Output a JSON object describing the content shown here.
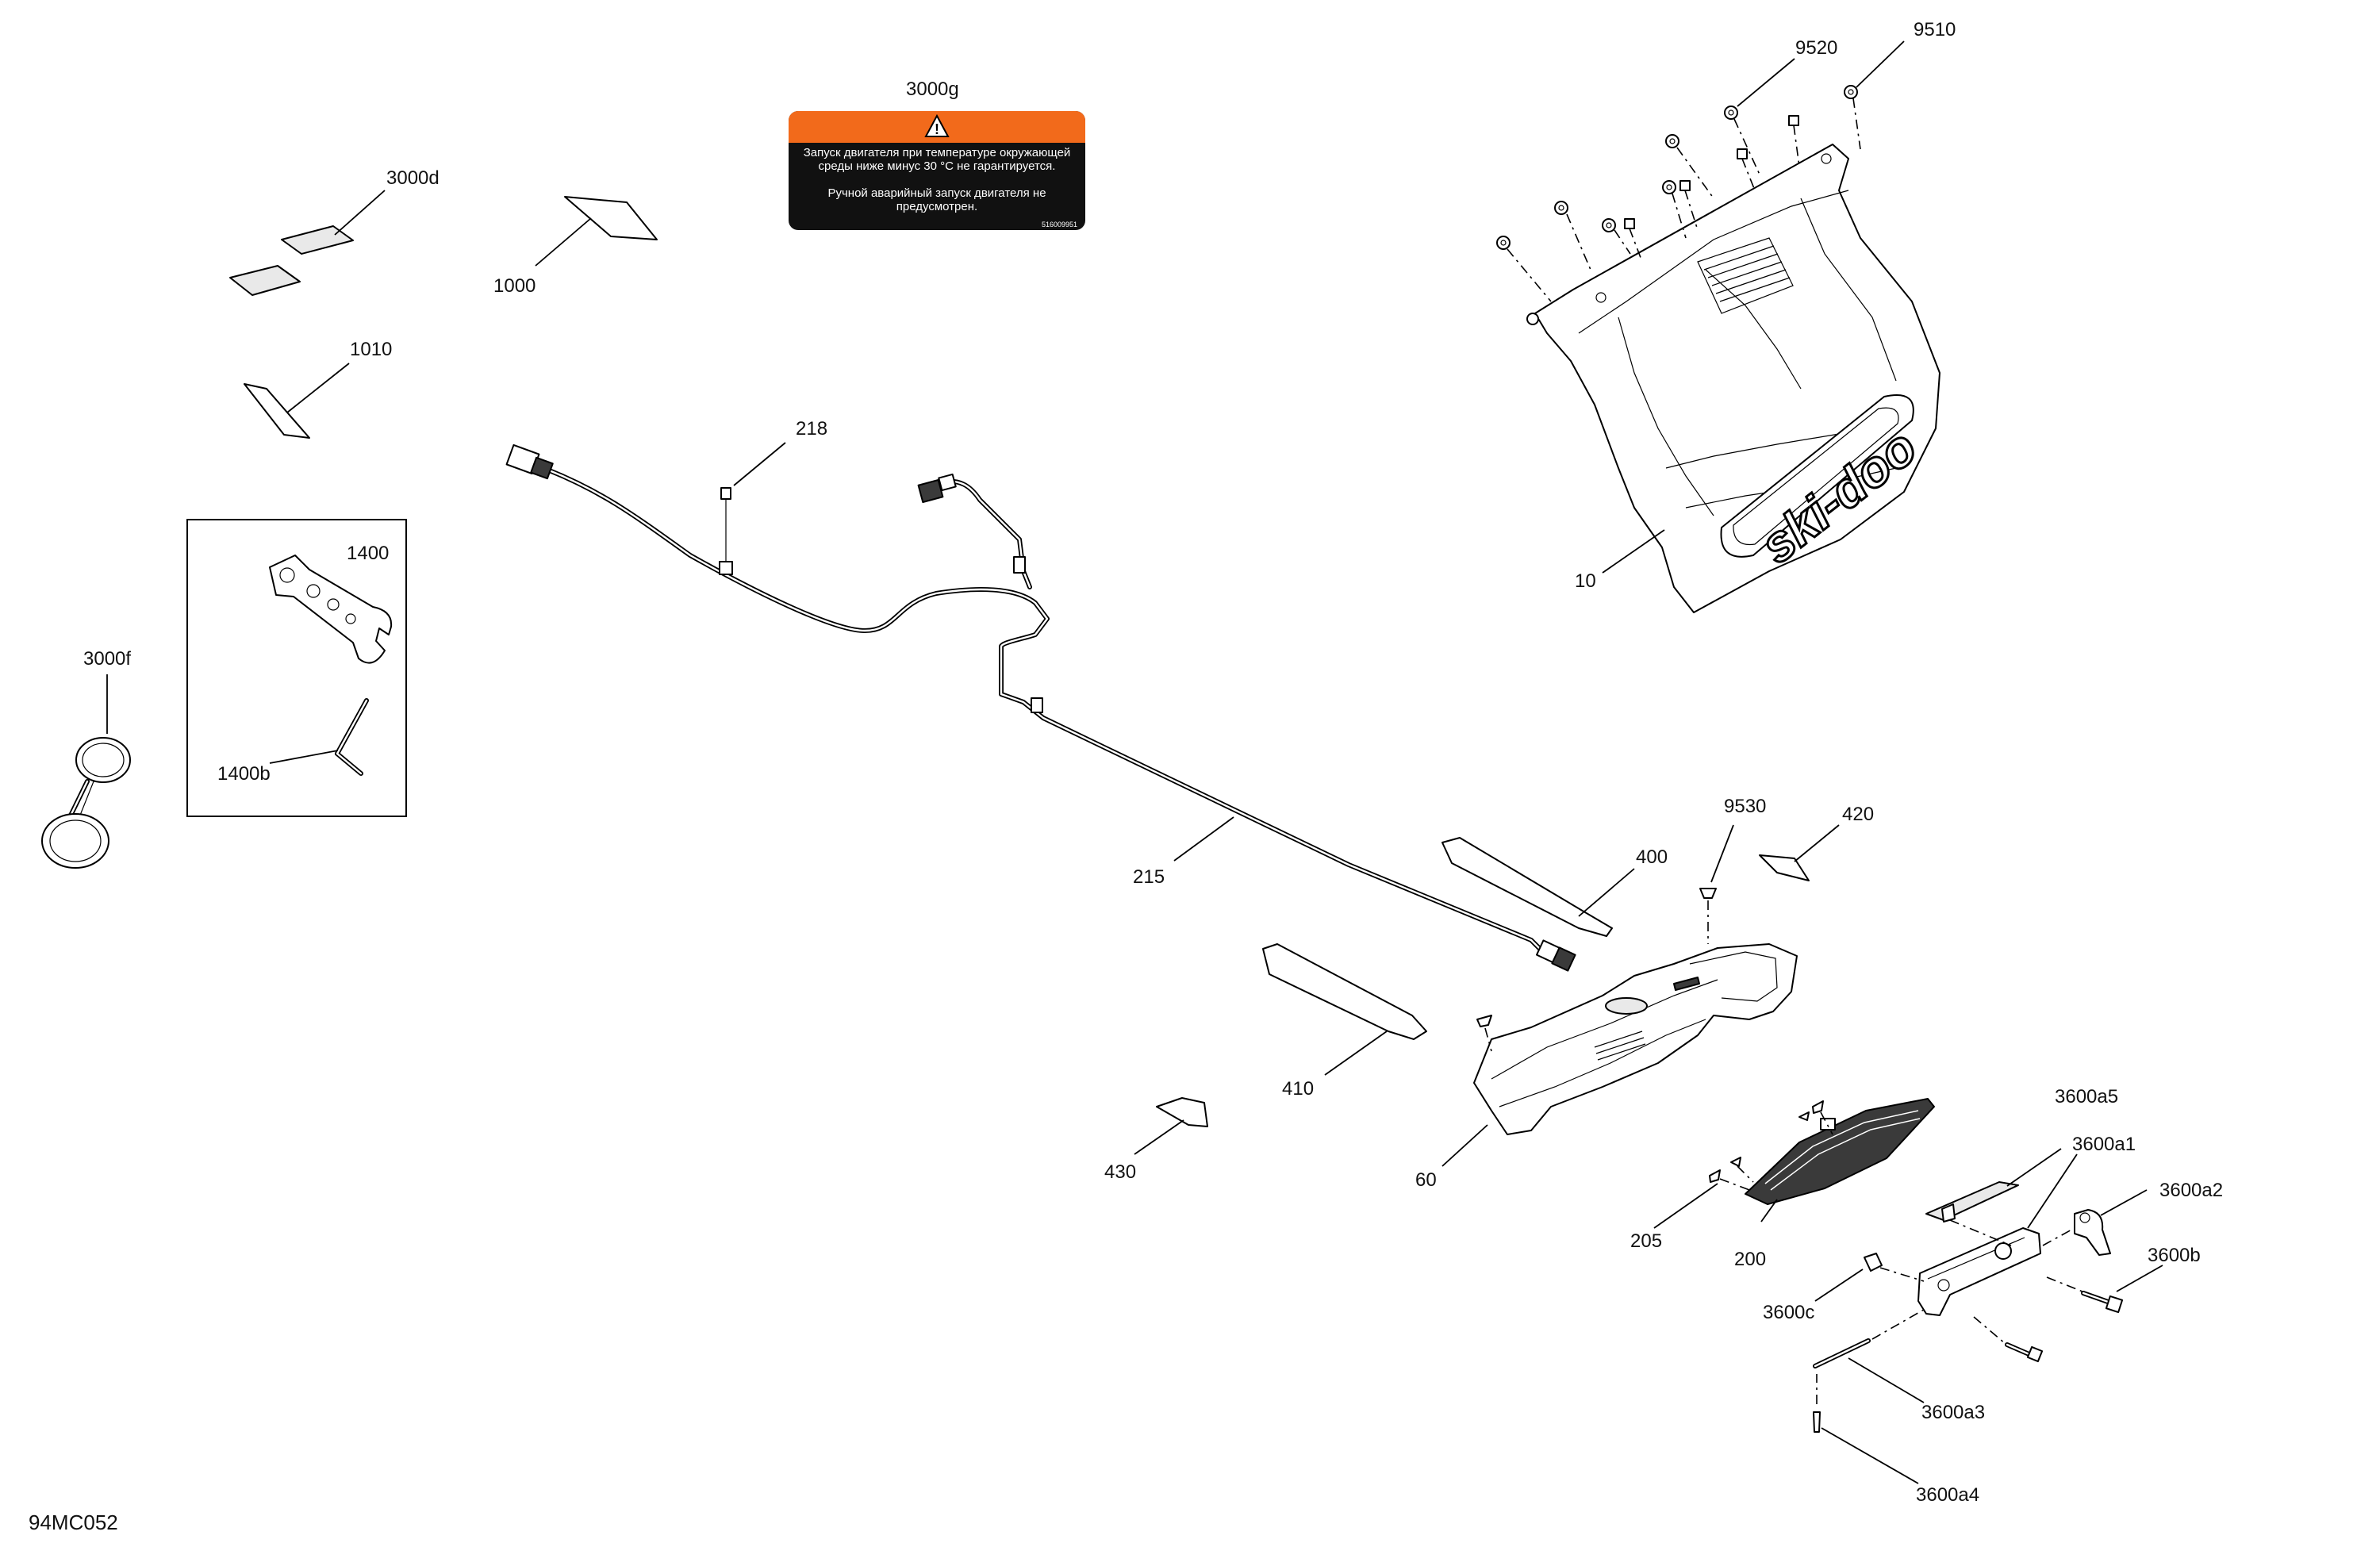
{
  "diagram_id": "94MC052",
  "warning_decal": {
    "line1": "Запуск двигателя при температуре окружающей",
    "line2": "среды ниже минус 30 °C не гарантируется.",
    "line3": "Ручной аварийный запуск двигателя не",
    "line4": "предусмотрен.",
    "code": "516009951"
  },
  "brand_text": "ski-doo",
  "callouts": {
    "p3000g": "3000g",
    "p3000d": "3000d",
    "p1000": "1000",
    "p1010": "1010",
    "p1400": "1400",
    "p1400b": "1400b",
    "p3000f": "3000f",
    "p218": "218",
    "p215": "215",
    "p9520": "9520",
    "p9510": "9510",
    "p10": "10",
    "p9530": "9530",
    "p420": "420",
    "p400": "400",
    "p410": "410",
    "p430": "430",
    "p60": "60",
    "p205": "205",
    "p200": "200",
    "p3600a5": "3600a5",
    "p3600a1": "3600a1",
    "p3600a2": "3600a2",
    "p3600b": "3600b",
    "p3600c": "3600c",
    "p3600a3": "3600a3",
    "p3600a4": "3600a4"
  }
}
